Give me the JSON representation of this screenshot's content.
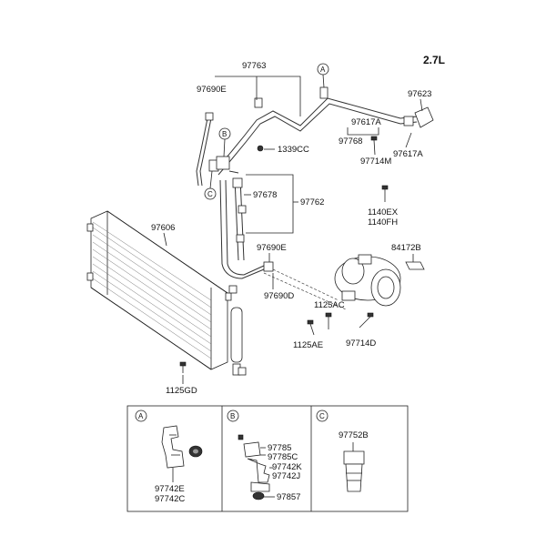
{
  "engine": "2.7L",
  "parts": {
    "p97763": "97763",
    "p97690E_top": "97690E",
    "p97623": "97623",
    "p97617A_a": "97617A",
    "p97768": "97768",
    "p97617A_b": "97617A",
    "p97714M": "97714M",
    "p1339CC": "1339CC",
    "p97678": "97678",
    "p97762": "97762",
    "p1140EX": "1140EX",
    "p1140FH": "1140FH",
    "p97606": "97606",
    "p84172B": "84172B",
    "p97690E_mid": "97690E",
    "p97690D": "97690D",
    "p1125AC": "1125AC",
    "p1125AE": "1125AE",
    "p97714D": "97714D",
    "p1125GD": "1125GD",
    "p97742E": "97742E",
    "p97742C": "97742C",
    "p97785": "97785",
    "p97785C": "97785C",
    "p97742K": "97742K",
    "p97742J": "97742J",
    "p97857": "97857",
    "p97752B": "97752B"
  },
  "refs": {
    "A": "A",
    "B": "B",
    "C": "C"
  }
}
